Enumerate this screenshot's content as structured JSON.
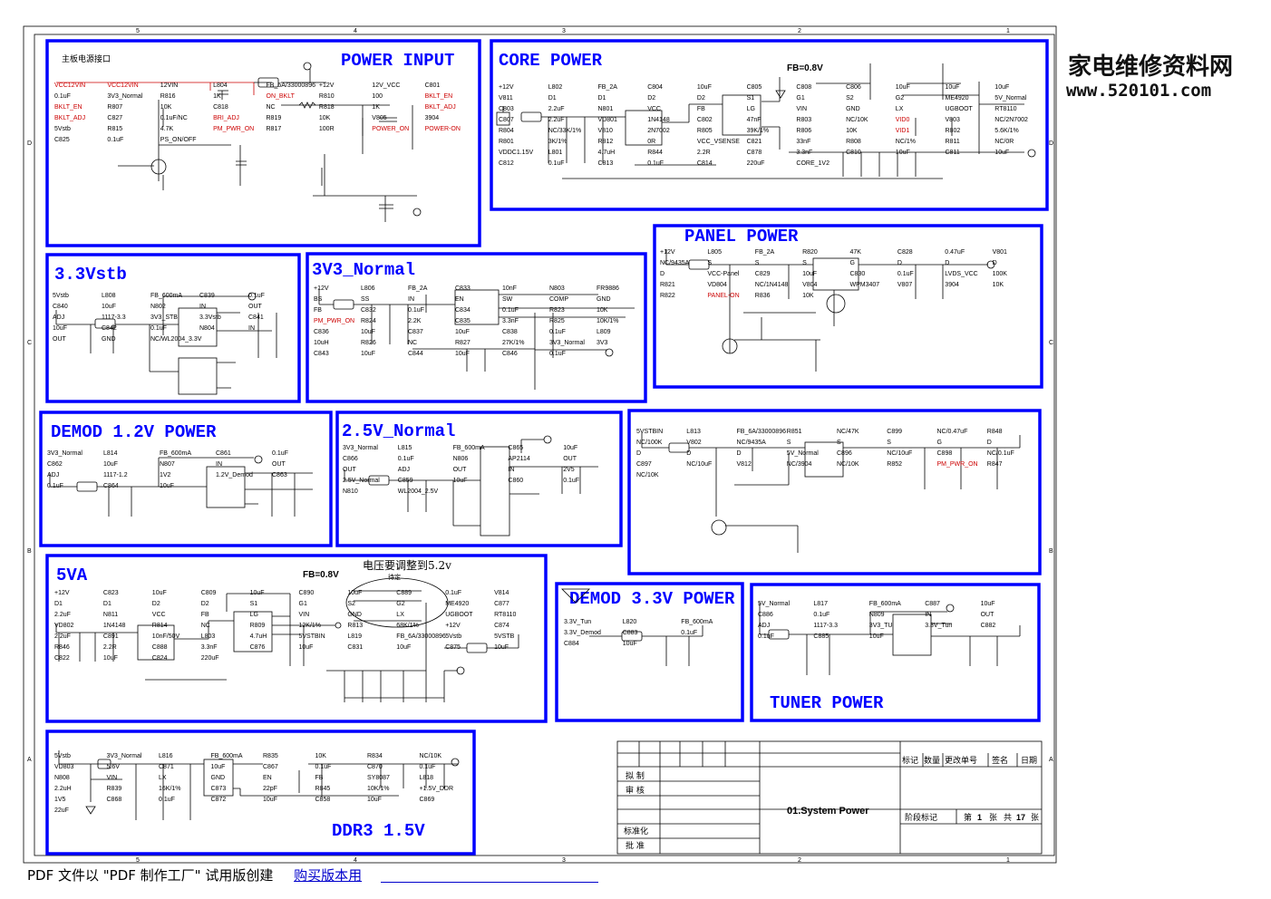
{
  "watermark": {
    "cn": "家电维修资料网",
    "url": "www.520101.com"
  },
  "frame": {
    "top_numbers": [
      "5",
      "4",
      "3",
      "2",
      "1"
    ],
    "side_letters": [
      "D",
      "C",
      "B",
      "A"
    ]
  },
  "blocks": {
    "power_input": {
      "title": "POWER INPUT",
      "subtitle": "主板电源接口",
      "labels": [
        "VCC12VIN",
        "VCC12VIN",
        "12VIN",
        "L804",
        "FB_6A/33000896",
        "+12V",
        "12V_VCC",
        "C801",
        "0.1uF",
        "3V3_Normal",
        "R816",
        "1K",
        "ON_BKLT",
        "R810",
        "100",
        "BKLT_EN",
        "BKLT_EN",
        "R807",
        "10K",
        "C818",
        "NC",
        "R818",
        "1K",
        "BKLT_ADJ",
        "BKLT_ADJ",
        "C827",
        "0.1uF/NC",
        "BRI_ADJ",
        "R819",
        "10K",
        "V805",
        "3904",
        "5Vstb",
        "R815",
        "4.7K",
        "PM_PWR_ON",
        "R817",
        "100R",
        "POWER_ON",
        "POWER-ON",
        "C825",
        "0.1uF",
        "PS_ON/OFF"
      ]
    },
    "core_power": {
      "title": "CORE  POWER",
      "fb": "FB=0.8V",
      "labels": [
        "+12V",
        "L802",
        "FB_2A",
        "C804",
        "10uF",
        "C805",
        "C808",
        "C806",
        "10uF",
        "10uF",
        "10uF",
        "V811",
        "D1",
        "D1",
        "D2",
        "D2",
        "S1",
        "G1",
        "S2",
        "G2",
        "ME4920",
        "5V_Normal",
        "C803",
        "2.2uF",
        "N801",
        "VCC",
        "FB",
        "LG",
        "VIN",
        "GND",
        "LX",
        "UGBOOT",
        "RT8110",
        "C807",
        "2.2uF",
        "VD801",
        "1N4148",
        "C802",
        "47nF",
        "R803",
        "NC/10K",
        "VID0",
        "V803",
        "NC/2N7002",
        "R804",
        "NC/33K/1%",
        "V810",
        "2N7002",
        "R805",
        "39K/1%",
        "R806",
        "10K",
        "VID1",
        "R802",
        "5.6K/1%",
        "R801",
        "3K/1%",
        "R812",
        "0R",
        "VCC_VSENSE",
        "C821",
        "33nF",
        "R808",
        "NC/1%",
        "R811",
        "NC/0R",
        "VDDC1.15V",
        "L801",
        "4.7uH",
        "R844",
        "2.2R",
        "C878",
        "3.3nF",
        "C810",
        "10uF",
        "C811",
        "10uF",
        "C812",
        "0.1uF",
        "C813",
        "0.1uF",
        "C814",
        "220uF",
        "CORE_1V2"
      ]
    },
    "vstb33": {
      "title": "3.3Vstb",
      "labels": [
        "5Vstb",
        "L808",
        "FB_600mA",
        "C839",
        "0.1uF",
        "C840",
        "10uF",
        "N802",
        "IN",
        "OUT",
        "ADJ",
        "1117-3.3",
        "3V3_STB",
        "3.3Vstb",
        "C841",
        "10uF",
        "C842",
        "0.1uF",
        "N804",
        "IN",
        "OUT",
        "GND",
        "NC/WL2004_3.3V"
      ]
    },
    "v3v3_normal": {
      "title": "3V3_Normal",
      "labels": [
        "+12V",
        "L806",
        "FB_2A",
        "C833",
        "10nF",
        "N803",
        "FR9886",
        "BS",
        "SS",
        "IN",
        "EN",
        "SW",
        "COMP",
        "GND",
        "FB",
        "C832",
        "0.1uF",
        "C834",
        "0.1uF",
        "R823",
        "10K",
        "PM_PWR_ON",
        "R824",
        "2.2K",
        "C835",
        "3.3nF",
        "R825",
        "10K/1%",
        "C836",
        "10uF",
        "C837",
        "10uF",
        "C838",
        "0.1uF",
        "L809",
        "10uH",
        "R826",
        "NC",
        "R827",
        "27K/1%",
        "3V3_Normal",
        "3V3",
        "C843",
        "10uF",
        "C844",
        "10uF",
        "C846",
        "0.1uF"
      ]
    },
    "panel_power": {
      "title": "PANEL  POWER",
      "labels": [
        "+12V",
        "L805",
        "FB_2A",
        "R820",
        "47K",
        "C828",
        "0.47uF",
        "V801",
        "NC/9435A",
        "S",
        "S",
        "S",
        "G",
        "D",
        "D",
        "D",
        "D",
        "VCC-Panel",
        "C829",
        "10uF",
        "C830",
        "0.1uF",
        "LVDS_VCC",
        "100K",
        "R821",
        "VD804",
        "NC/1N4148",
        "V804",
        "WPM3407",
        "V807",
        "3904",
        "10K",
        "R822",
        "PANEL-ON",
        "R836",
        "10K"
      ]
    },
    "demod12": {
      "title": "DEMOD 1.2V POWER",
      "labels": [
        "3V3_Normal",
        "L814",
        "FB_600mA",
        "C861",
        "0.1uF",
        "C862",
        "10uF",
        "N807",
        "IN",
        "OUT",
        "ADJ",
        "1117-1.2",
        "1V2",
        "1.2V_Demod",
        "C863",
        "0.1uF",
        "C864",
        "10uF"
      ]
    },
    "v25_normal": {
      "title": "2.5V_Normal",
      "labels": [
        "3V3_Normal",
        "L815",
        "FB_600mA",
        "C865",
        "10uF",
        "C866",
        "0.1uF",
        "N806",
        "AP2114",
        "OUT",
        "OUT",
        "ADJ",
        "OUT",
        "IN",
        "2V5",
        "2.5V_Normal",
        "C859",
        "10uF",
        "C860",
        "0.1uF",
        "N810",
        "WL2004_2.5V"
      ]
    },
    "v5_switch": {
      "labels": [
        "5VSTBIN",
        "L813",
        "FB_6A/33000896",
        "R851",
        "NC/47K",
        "C899",
        "NC/0.47uF",
        "R848",
        "NC/100K",
        "V802",
        "NC/9435A",
        "S",
        "S",
        "S",
        "G",
        "D",
        "D",
        "D",
        "D",
        "5V_Normal",
        "C896",
        "NC/10uF",
        "C898",
        "NC/0.1uF",
        "C897",
        "NC/10uF",
        "V812",
        "NC/3904",
        "NC/10K",
        "R852",
        "PM_PWR_ON",
        "R847",
        "NC/10K"
      ]
    },
    "va5": {
      "title": "5VA",
      "fb": "FB=0.8V",
      "note": "电压要调整到5.2v",
      "note_sub": "待定",
      "labels": [
        "+12V",
        "C823",
        "10uF",
        "C809",
        "10uF",
        "C890",
        "10uF",
        "C889",
        "0.1uF",
        "V814",
        "D1",
        "D1",
        "D2",
        "D2",
        "S1",
        "G1",
        "S2",
        "G2",
        "ME4920",
        "C877",
        "2.2uF",
        "N811",
        "VCC",
        "FB",
        "LG",
        "VIN",
        "GND",
        "LX",
        "UGBOOT",
        "RT8110",
        "VD802",
        "1N4148",
        "R814",
        "NC",
        "R809",
        "12K/1%",
        "R813",
        "68K/1%",
        "+12V",
        "C874",
        "2.2uF",
        "C891",
        "10nF/50V",
        "L803",
        "4.7uH",
        "5VSTBIN",
        "L819",
        "FB_6A/33000896",
        "5Vstb",
        "5VSTB",
        "R846",
        "2.2R",
        "C888",
        "3.3nF",
        "C876",
        "10uF",
        "C831",
        "10uF",
        "C875",
        "10uF",
        "C822",
        "10uF",
        "C824",
        "220uF"
      ]
    },
    "demod33": {
      "title": "DEMOD 3.3V POWER",
      "labels": [
        "3.3V_Tun",
        "L820",
        "FB_600mA",
        "3.3V_Demod",
        "C883",
        "0.1uF",
        "C884",
        "10uF"
      ]
    },
    "tuner_power": {
      "title": "TUNER  POWER",
      "labels": [
        "5V_Normal",
        "L817",
        "FB_600mA",
        "C887",
        "10uF",
        "C886",
        "0.1uF",
        "N809",
        "IN",
        "OUT",
        "ADJ",
        "1117-3.3",
        "3V3_TU",
        "3.3V_Tun",
        "C882",
        "0.1uF",
        "C885",
        "10uF"
      ]
    },
    "ddr3": {
      "title": "DDR3  1.5V",
      "labels": [
        "5Vstb",
        "3V3_Normal",
        "L816",
        "FB_600mA",
        "R835",
        "10K",
        "R834",
        "NC/10K",
        "VD803",
        "5.6V",
        "C871",
        "10uF",
        "C867",
        "0.1uF",
        "C870",
        "0.1uF",
        "N808",
        "VIN",
        "LX",
        "GND",
        "EN",
        "FB",
        "SY8087",
        "L818",
        "2.2uH",
        "R839",
        "16K/1%",
        "C873",
        "22pF",
        "R845",
        "10K/1%",
        "+1.5V_DDR",
        "1V5",
        "C868",
        "0.1uF",
        "C872",
        "10uF",
        "C858",
        "10uF",
        "C869",
        "22uF"
      ]
    }
  },
  "title_block": {
    "header_cells": [
      "标记",
      "数量",
      "更改单号",
      "签名",
      "日期"
    ],
    "row_labels": [
      "拟 制",
      "审 核",
      "标准化",
      "批 准"
    ],
    "drawing_title": "01.System Power",
    "stage_label": "阶段标记",
    "sheet": [
      "第",
      "1",
      "张",
      "共",
      "17",
      "张"
    ]
  },
  "footer": {
    "text": "PDF 文件以 \"PDF 制作工厂\" 试用版创建",
    "link": "购买版本用"
  },
  "colors": {
    "box": "#0000ff",
    "wire": "#000000",
    "net": "#cc0000",
    "pin": "#cc00cc"
  }
}
